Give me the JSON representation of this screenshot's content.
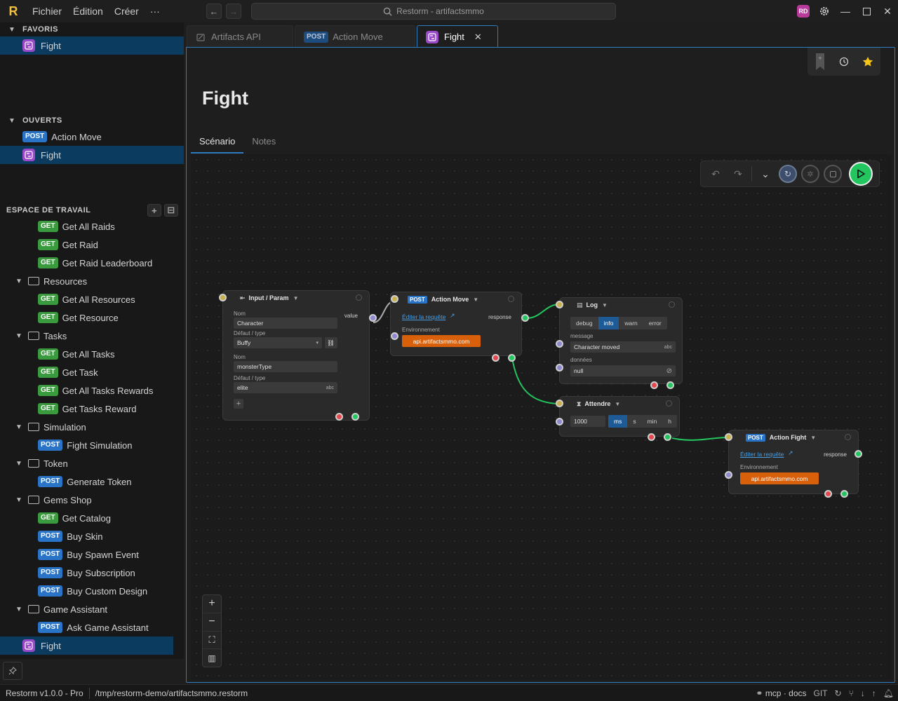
{
  "app": {
    "logo_letter": "R",
    "menu": [
      "Fichier",
      "Édition",
      "Créer",
      "···"
    ],
    "search": "Restorm - artifactsmmo",
    "avatar": "RD"
  },
  "sidebar": {
    "favoris_title": "FAVORIS",
    "favoris": [
      {
        "label": "Fight",
        "type": "flow"
      }
    ],
    "ouverts_title": "OUVERTS",
    "ouverts": [
      {
        "label": "Action Move",
        "type": "POST"
      },
      {
        "label": "Fight",
        "type": "flow"
      }
    ],
    "workspace_title": "ESPACE DE TRAVAIL",
    "workspace": [
      {
        "kind": "req",
        "method": "GET",
        "label": "Get All Raids"
      },
      {
        "kind": "req",
        "method": "GET",
        "label": "Get Raid"
      },
      {
        "kind": "req",
        "method": "GET",
        "label": "Get Raid Leaderboard"
      },
      {
        "kind": "folder",
        "label": "Resources"
      },
      {
        "kind": "req",
        "method": "GET",
        "label": "Get All Resources"
      },
      {
        "kind": "req",
        "method": "GET",
        "label": "Get Resource"
      },
      {
        "kind": "folder",
        "label": "Tasks"
      },
      {
        "kind": "req",
        "method": "GET",
        "label": "Get All Tasks"
      },
      {
        "kind": "req",
        "method": "GET",
        "label": "Get Task"
      },
      {
        "kind": "req",
        "method": "GET",
        "label": "Get All Tasks Rewards"
      },
      {
        "kind": "req",
        "method": "GET",
        "label": "Get Tasks Reward"
      },
      {
        "kind": "folder",
        "label": "Simulation"
      },
      {
        "kind": "req",
        "method": "POST",
        "label": "Fight Simulation"
      },
      {
        "kind": "folder",
        "label": "Token"
      },
      {
        "kind": "req",
        "method": "POST",
        "label": "Generate Token"
      },
      {
        "kind": "folder",
        "label": "Gems Shop"
      },
      {
        "kind": "req",
        "method": "GET",
        "label": "Get Catalog"
      },
      {
        "kind": "req",
        "method": "POST",
        "label": "Buy Skin"
      },
      {
        "kind": "req",
        "method": "POST",
        "label": "Buy Spawn Event"
      },
      {
        "kind": "req",
        "method": "POST",
        "label": "Buy Subscription"
      },
      {
        "kind": "req",
        "method": "POST",
        "label": "Buy Custom Design"
      },
      {
        "kind": "folder",
        "label": "Game Assistant"
      },
      {
        "kind": "req",
        "method": "POST",
        "label": "Ask Game Assistant"
      },
      {
        "kind": "flow",
        "label": "Fight"
      }
    ]
  },
  "tabs": [
    {
      "label": "Artifacts API",
      "type": "api"
    },
    {
      "label": "Action Move",
      "type": "POST"
    },
    {
      "label": "Fight",
      "type": "flow",
      "active": true
    }
  ],
  "main": {
    "title": "Fight",
    "subtabs": [
      "Scénario",
      "Notes"
    ]
  },
  "nodes": {
    "input": {
      "title": "Input / Param",
      "nom_label": "Nom",
      "defaut_label": "Défaut / type",
      "p1_name": "Character",
      "p1_default": "Buffy",
      "p2_name": "monsterType",
      "p2_default": "elite",
      "p2_suffix": "abc",
      "out_label": "value",
      "add": "+"
    },
    "move": {
      "method": "POST",
      "title": "Action Move",
      "edit_link": "Éditer la requête",
      "env_label": "Environnement",
      "env_value": "api.artifactsmmo.com",
      "out_label": "response"
    },
    "log": {
      "title": "Log",
      "levels": [
        "debug",
        "info",
        "warn",
        "error"
      ],
      "active_level": "info",
      "message_label": "message",
      "message_value": "Character moved",
      "message_suffix": "abc",
      "data_label": "données",
      "data_value": "null"
    },
    "wait": {
      "title": "Attendre",
      "value": "1000",
      "units": [
        "ms",
        "s",
        "min",
        "h"
      ],
      "active_unit": "ms"
    },
    "fight": {
      "method": "POST",
      "title": "Action Fight",
      "edit_link": "Éditer la requête",
      "env_label": "Environnement",
      "env_value": "api.artifactsmmo.com",
      "out_label": "response"
    }
  },
  "status": {
    "version": "Restorm v1.0.0 - Pro",
    "path": "/tmp/restorm-demo/artifactsmmo.restorm",
    "mcp": "mcp · docs",
    "git": "GIT"
  },
  "colors": {
    "accent": "#2f7bbf",
    "get": "#3a9a3e",
    "post": "#2a74c8",
    "flow": "#9a4ac8",
    "env": "#d9600b",
    "run": "#22c55e"
  }
}
